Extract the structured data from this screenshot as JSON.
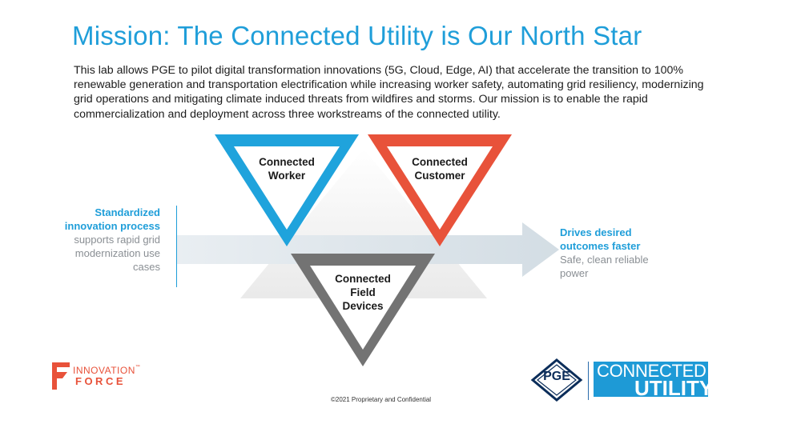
{
  "title": "Mission: The Connected Utility is Our North Star",
  "body": "This lab allows PGE to pilot digital transformation innovations (5G, Cloud, Edge, AI) that accelerate the transition to 100% renewable generation and transportation electrification while increasing worker safety, automating grid resiliency, modernizing grid operations and mitigating climate induced threats from wildfires and storms. Our mission is to enable the rapid commercialization and deployment across three workstreams of the connected utility.",
  "left_caption": {
    "bold_line1": "Standardized",
    "bold_line2": "innovation process",
    "grey_line1": "supports rapid grid",
    "grey_line2": "modernization use",
    "grey_line3": "cases"
  },
  "right_caption": {
    "bold_line1": "Drives desired",
    "bold_line2": "outcomes faster",
    "grey_line1": "Safe, clean reliable",
    "grey_line2": "power"
  },
  "triangles": {
    "worker": {
      "line1": "Connected",
      "line2": "Worker",
      "color": "#1fa3dc"
    },
    "customer": {
      "line1": "Connected",
      "line2": "Customer",
      "color": "#e8523a"
    },
    "field": {
      "line1": "Connected",
      "line2": "Field",
      "line3": "Devices",
      "color": "#737373"
    }
  },
  "footer": "©2021 Proprietary and Confidential",
  "innovation_force": {
    "line1": "INNOVATION",
    "tm": "™",
    "line2": "FORCE",
    "color": "#e8523a"
  },
  "pge_logo": {
    "text": "PGE"
  },
  "connected_utility": {
    "line1": "CONNECTED",
    "line2": "UTILITY",
    "color": "#1e9ad6"
  }
}
